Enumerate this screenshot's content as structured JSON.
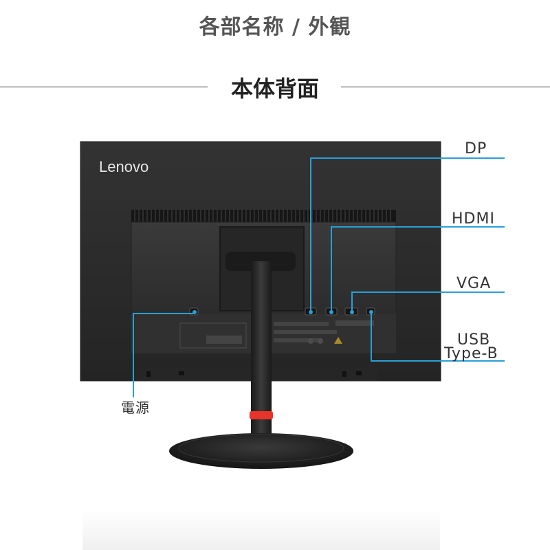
{
  "header": {
    "title": "各部名称 / 外観"
  },
  "section": {
    "title": "本体背面"
  },
  "brand": {
    "logo_text": "Lenovo"
  },
  "ports": {
    "dp": "DP",
    "hdmi": "HDMI",
    "vga": "VGA",
    "usb_line1": "USB",
    "usb_line2": "Type-B",
    "power": "電源"
  },
  "colors": {
    "callout_line": "#2a9fd8",
    "stand_ring": "#e8332a",
    "monitor_body": "#2b2b2b"
  }
}
